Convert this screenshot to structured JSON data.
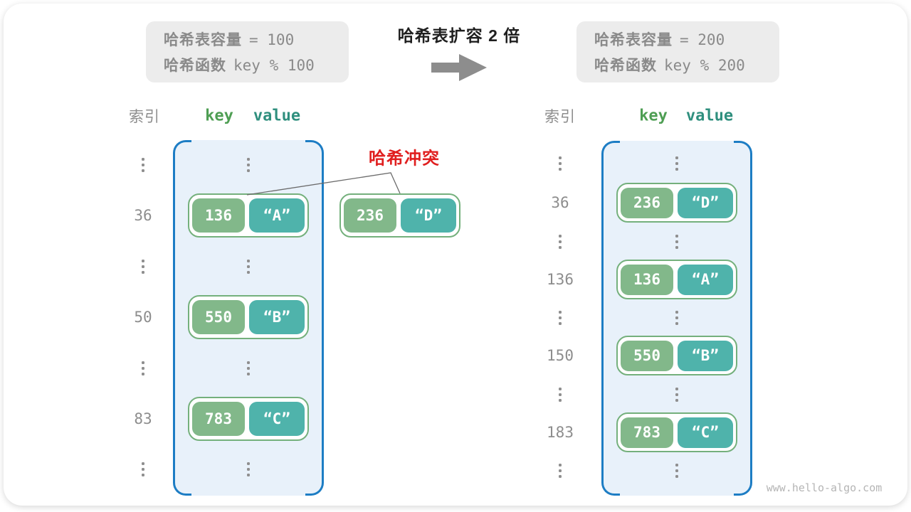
{
  "capacity_before": {
    "line1_label": "哈希表容量",
    "line1_value": "= 100",
    "line2_label": "哈希函数",
    "line2_value": "key % 100"
  },
  "expand": {
    "title": "哈希表扩容 2 倍"
  },
  "capacity_after": {
    "line1_label": "哈希表容量",
    "line1_value": "= 200",
    "line2_label": "哈希函数",
    "line2_value": "key % 200"
  },
  "collision": {
    "label": "哈希冲突"
  },
  "free_pair": {
    "key": "236",
    "value": "“D”"
  },
  "left_table": {
    "index_header": "索引",
    "key_header": "key",
    "value_header": "value",
    "indices": [
      "36",
      "50",
      "83"
    ],
    "pairs": [
      {
        "key": "136",
        "value": "“A”"
      },
      {
        "key": "550",
        "value": "“B”"
      },
      {
        "key": "783",
        "value": "“C”"
      }
    ]
  },
  "right_table": {
    "index_header": "索引",
    "key_header": "key",
    "value_header": "value",
    "indices": [
      "36",
      "136",
      "150",
      "183"
    ],
    "pairs": [
      {
        "key": "236",
        "value": "“D”"
      },
      {
        "key": "136",
        "value": "“A”"
      },
      {
        "key": "550",
        "value": "“B”"
      },
      {
        "key": "783",
        "value": "“C”"
      }
    ]
  },
  "watermark": "www.hello-algo.com",
  "colors": {
    "accent_blue": "#1d7dc4",
    "table_fill": "#e8f1fa",
    "key_green": "#82b889",
    "value_teal": "#4fb3ab",
    "pair_border": "#74b07c",
    "collision_red": "#e01f1f",
    "gray_text": "#8a8a8a",
    "header_key_green": "#4e9e53",
    "header_value_teal": "#2f8f7e",
    "arrow_gray": "#8d8d8d"
  }
}
